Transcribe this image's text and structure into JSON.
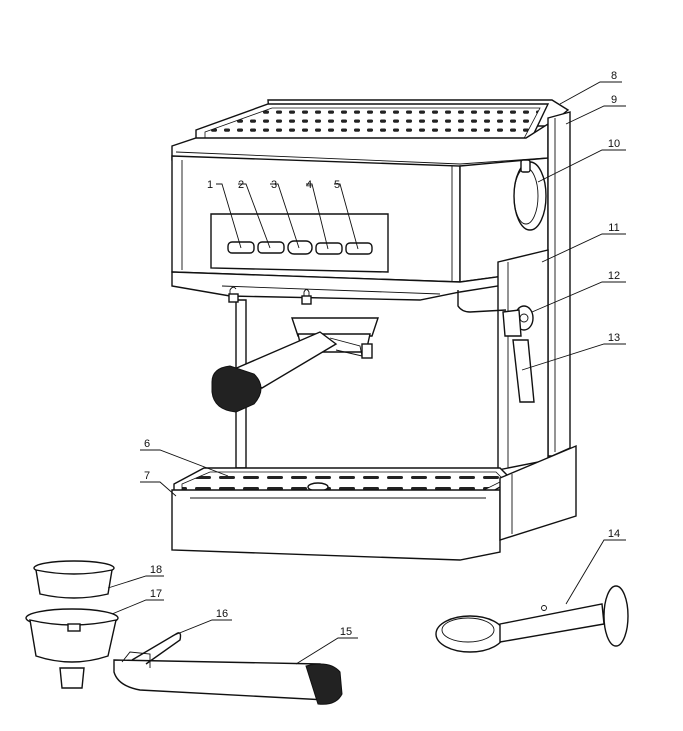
{
  "callouts": [
    {
      "label": "1",
      "target": "button-1"
    },
    {
      "label": "2",
      "target": "button-2"
    },
    {
      "label": "3",
      "target": "button-3"
    },
    {
      "label": "4",
      "target": "button-4"
    },
    {
      "label": "5",
      "target": "button-5"
    },
    {
      "label": "6",
      "target": "drip-grid"
    },
    {
      "label": "7",
      "target": "drip-tray"
    },
    {
      "label": "8",
      "target": "cup-warmer-lid"
    },
    {
      "label": "9",
      "target": "water-tank"
    },
    {
      "label": "10",
      "target": "steam-knob"
    },
    {
      "label": "11",
      "target": "side-panel"
    },
    {
      "label": "12",
      "target": "steam-pipe-joint"
    },
    {
      "label": "13",
      "target": "steam-wand"
    },
    {
      "label": "14",
      "target": "tamper-spoon"
    },
    {
      "label": "15",
      "target": "portafilter-handle"
    },
    {
      "label": "16",
      "target": "filter-clip"
    },
    {
      "label": "17",
      "target": "filter-holder"
    },
    {
      "label": "18",
      "target": "filter-cup"
    }
  ]
}
